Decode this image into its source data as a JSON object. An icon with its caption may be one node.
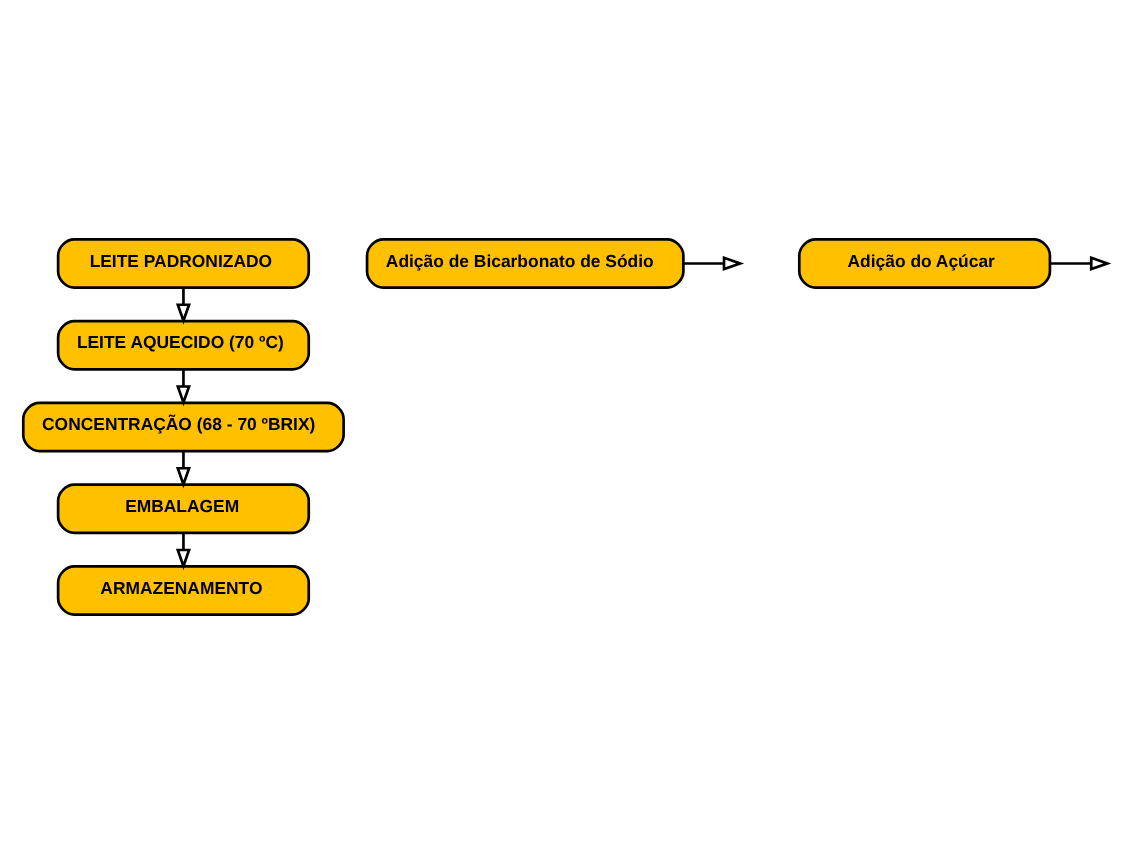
{
  "diagram": {
    "nodes": [
      {
        "text": [
          "LEITE PADRONIZADO"
        ]
      },
      {
        "text": [
          "Adição de Bicarbonato de Sódio"
        ]
      },
      {
        "text": [
          "LEITE AQUECIDO (70 ºC)"
        ]
      },
      {
        "text": [
          "Adição do Açúcar"
        ]
      },
      {
        "text": [
          "CONCENTRAÇÃO (68 - 70 ºBRIX)"
        ]
      },
      {
        "text": [
          "EMBALAGEM"
        ]
      },
      {
        "text": [
          "ARMAZENAMENTO"
        ]
      }
    ],
    "edges": [
      {
        "from": 0,
        "to": 2,
        "arrow": "to"
      },
      {
        "from": 1,
        "to": null,
        "arrow": "to"
      },
      {
        "from": 2,
        "to": 4,
        "arrow": "to"
      },
      {
        "from": 3,
        "to": null,
        "arrow": "to"
      },
      {
        "from": 4,
        "to": 5,
        "arrow": "to"
      },
      {
        "from": 5,
        "to": 6,
        "arrow": "to"
      }
    ]
  }
}
